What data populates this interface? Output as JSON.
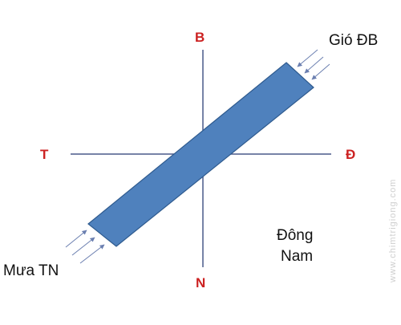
{
  "compass": {
    "north": "B",
    "south": "N",
    "east": "Đ",
    "west": "T"
  },
  "labels": {
    "wind_ne": "Gió ĐB",
    "rain_sw": "Mưa TN",
    "slope_line1": "Đông",
    "slope_line2": "Nam"
  },
  "watermark": "www.chimtrigiong.com",
  "colors": {
    "direction_text": "#cc2222",
    "axis": "#4a5a8a",
    "bar_fill": "#4f81bd",
    "bar_stroke": "#2e5a8e",
    "arrow": "#6b7fb0"
  }
}
